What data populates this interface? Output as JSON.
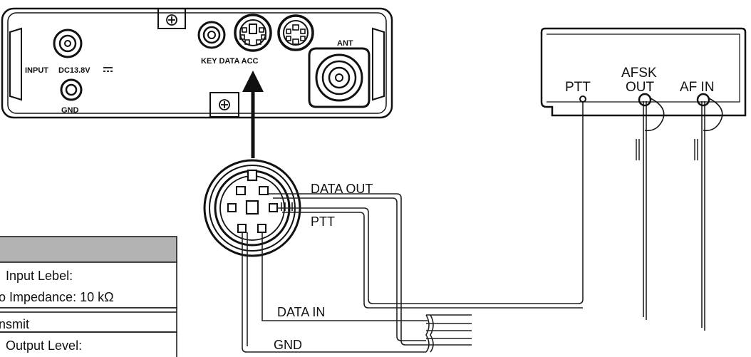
{
  "radio_panel": {
    "input_label": "INPUT",
    "voltage_label": "DC13.8V",
    "voltage_symbol": "⎓",
    "gnd_label": "GND",
    "connectors_label": "KEY DATA ACC",
    "ant_label": "ANT"
  },
  "connector": {
    "pins": {
      "data_out": "DATA OUT",
      "ptt": "PTT",
      "data_in": "DATA IN",
      "gnd": "GND"
    }
  },
  "tnc": {
    "ptt_label": "PTT",
    "afsk_out_line1": "AFSK",
    "afsk_out_line2": "OUT",
    "af_in_label": "AF IN"
  },
  "table": {
    "row1_line1": "Input Lebel:",
    "row1_line2": "o Impedance: 10 kΩ",
    "row2": "nsmit",
    "row3": "Output Level:"
  }
}
